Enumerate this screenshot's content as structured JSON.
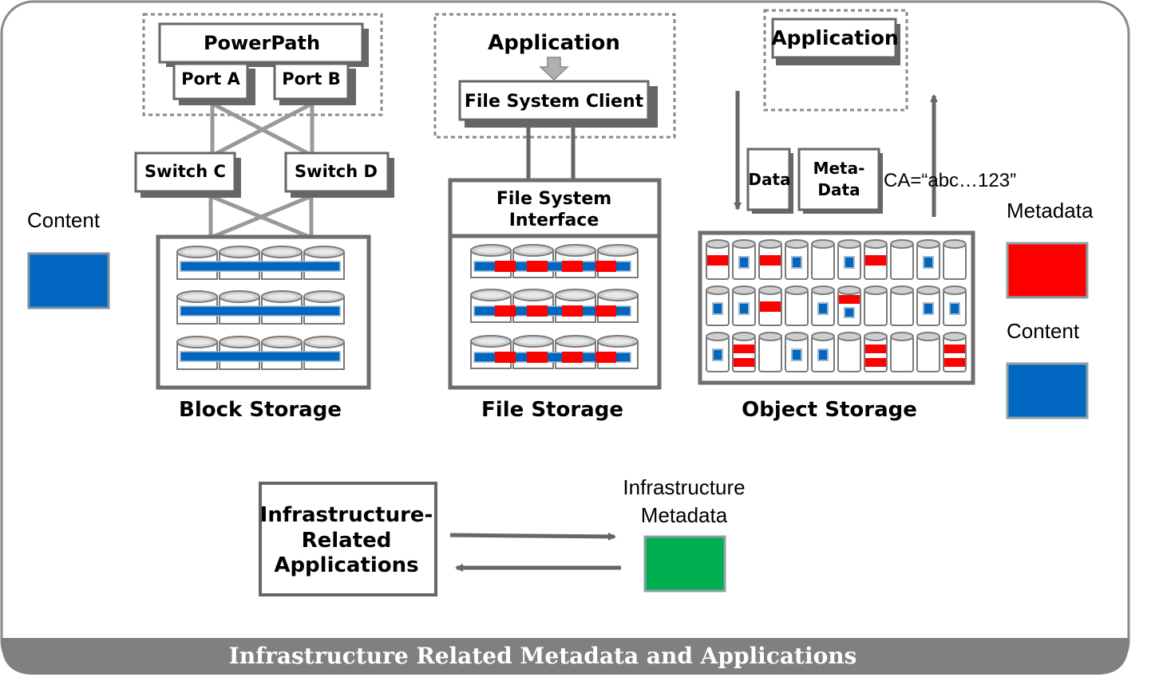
{
  "caption": "Infrastructure Related Metadata and Applications",
  "block": {
    "powerpath": "PowerPath",
    "port_a": "Port A",
    "port_b": "Port B",
    "switch_c": "Switch C",
    "switch_d": "Switch D",
    "label": "Block Storage"
  },
  "file": {
    "application": "Application",
    "client": "File System Client",
    "interface_line1": "File System",
    "interface_line2": "Interface",
    "label": "File Storage"
  },
  "object": {
    "application": "Application",
    "data": "Data",
    "meta_line1": "Meta-",
    "meta_line2": "Data",
    "ca": "CA=“abc…123”",
    "label": "Object Storage"
  },
  "legend": {
    "content_left": "Content",
    "metadata": "Metadata",
    "content_right": "Content",
    "infra_meta_line1": "Infrastructure",
    "infra_meta_line2": "Metadata"
  },
  "infra_apps": {
    "line1": "Infrastructure-",
    "line2": "Related",
    "line3": "Applications"
  },
  "colors": {
    "content": "#0066c0",
    "metadata": "#ff0000",
    "infrastructure": "#00b050",
    "frame_gray": "#808080",
    "box_border": "#6e6e6e"
  }
}
